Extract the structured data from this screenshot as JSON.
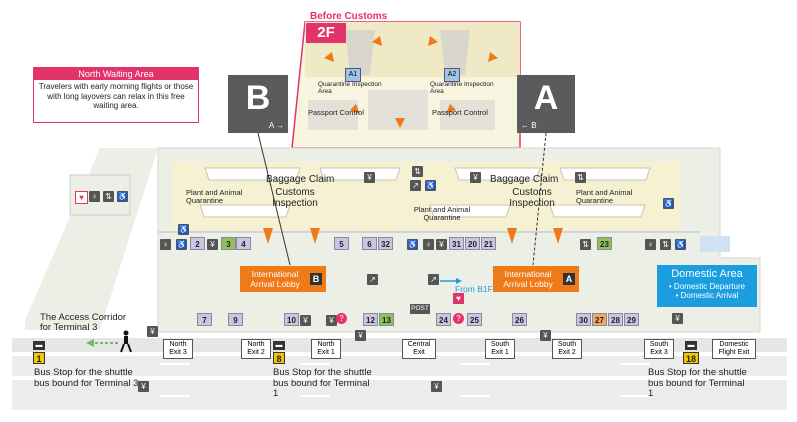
{
  "before_customs": {
    "title": "Before Customs",
    "floor": "2F",
    "quarantine_left": "Quarantine Inspection Area",
    "quarantine_right": "Quarantine Inspection Area",
    "passport_left": "Passport Control",
    "passport_right": "Passport Control",
    "badge_a1": "A1",
    "badge_a2": "A2"
  },
  "north_waiting": {
    "title": "North Waiting Area",
    "body": "Travelers with early morning flights or those with long layovers can relax in this free waiting area."
  },
  "zone_b": {
    "letter": "B",
    "direction": "A →"
  },
  "zone_a": {
    "letter": "A",
    "direction": "← B"
  },
  "baggage": {
    "left_claim": "Baggage Claim",
    "right_claim": "Baggage Claim",
    "left_customs": "Customs Inspection",
    "right_customs": "Customs Inspection",
    "plant_left": "Plant and Animal Quarantine",
    "plant_center": "Plant and Animal Quarantine",
    "plant_right": "Plant and Animal Quarantine"
  },
  "lobbies": {
    "lobby_b": "International Arrival Lobby",
    "lobby_b_badge": "B",
    "lobby_a": "International Arrival Lobby",
    "lobby_a_badge": "A",
    "from_b1f": "From B1F"
  },
  "domestic": {
    "title": "Domestic Area",
    "line1": "• Domestic Departure",
    "line2": "• Domestic Arrival"
  },
  "corridor": "The Access Corridor for Terminal 3",
  "exits": {
    "north3": "North Exit 3",
    "north2": "North Exit 2",
    "north1": "North Exit 1",
    "central": "Central Exit",
    "south1": "South Exit 1",
    "south2": "South Exit 2",
    "south3": "South Exit 3",
    "domestic_exit": "Domestic Flight Exit"
  },
  "bus_stops": {
    "t3": "Bus Stop for the shuttle bus bound for Terminal 3",
    "t1_left": "Bus Stop for the shuttle bus bound for Terminal 1",
    "t1_right": "Bus Stop for the shuttle bus bound for Terminal 1",
    "num1": "1",
    "num8": "8",
    "num18": "18"
  },
  "post": "POST",
  "gates": {
    "row_top": [
      "2",
      "3",
      "4",
      "5",
      "6",
      "32",
      "31",
      "20",
      "21",
      "23"
    ],
    "row_bottom": [
      "7",
      "9",
      "10",
      "12",
      "13",
      "24",
      "25",
      "26",
      "30",
      "27",
      "28",
      "29"
    ]
  },
  "colors": {
    "pink": "#e2336b",
    "orange": "#ef7a1a",
    "blue": "#1a9ee0",
    "dark": "#5b5b5b",
    "hall": "#f6f1d2",
    "floor": "#ecefe6"
  }
}
